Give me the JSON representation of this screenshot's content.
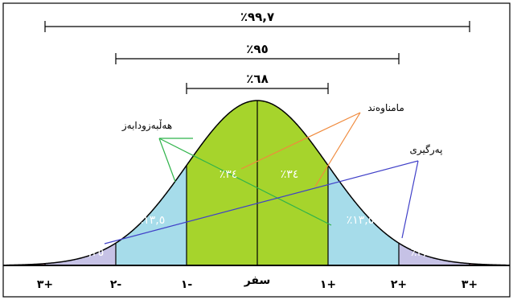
{
  "brackets": [
    {
      "label": "٪٩٩,٧",
      "span_sd": 3
    },
    {
      "label": "٪٩٥",
      "span_sd": 2
    },
    {
      "label": "٪٦٨",
      "span_sd": 1
    }
  ],
  "regions": [
    {
      "label": "٪٢,٣٥",
      "from_sd": -3,
      "to_sd": -2,
      "color": "#c6c2e6"
    },
    {
      "label": "٪١٣,٥",
      "from_sd": -2,
      "to_sd": -1,
      "color": "#a6dcea"
    },
    {
      "label": "٪٣٤",
      "from_sd": -1,
      "to_sd": 0,
      "color": "#a6d42c"
    },
    {
      "label": "٪٣٤",
      "from_sd": 0,
      "to_sd": 1,
      "color": "#a6d42c"
    },
    {
      "label": "٪١٣,٥",
      "from_sd": 1,
      "to_sd": 2,
      "color": "#a6dcea"
    },
    {
      "label": "٪٢,٣٥",
      "from_sd": 2,
      "to_sd": 3,
      "color": "#c6c2e6"
    }
  ],
  "tail_color": "#f2a0b4",
  "axis_ticks": [
    {
      "sd": -3,
      "label": "٣+"
    },
    {
      "sd": -2,
      "label": "٢-"
    },
    {
      "sd": -1,
      "label": "١-"
    },
    {
      "sd": 0,
      "label": "سفر"
    },
    {
      "sd": 1,
      "label": "١+"
    },
    {
      "sd": 2,
      "label": "٢+"
    },
    {
      "sd": 3,
      "label": "٣+"
    }
  ],
  "annotations": {
    "hallbazh": {
      "text": "هەڵبەزودابەز",
      "color": "#2fb34a"
    },
    "mamnawand": {
      "text": "مامناوەند",
      "color": "#f08a3c"
    },
    "pargiri": {
      "text": "پەرگیری",
      "color": "#4040c8"
    }
  }
}
